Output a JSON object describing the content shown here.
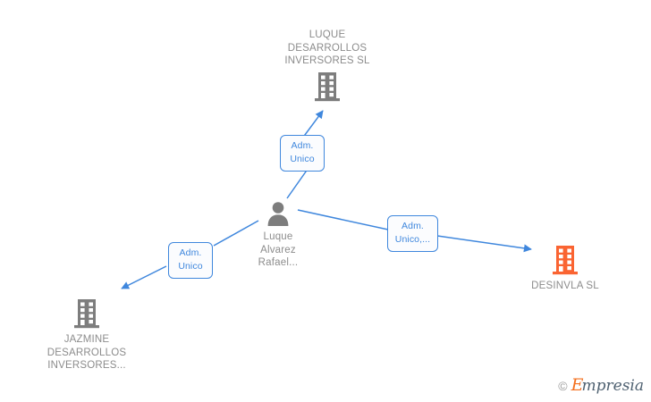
{
  "diagram": {
    "type": "org-relationship-graph",
    "background": "#ffffff",
    "colors": {
      "edge": "#3f87dd",
      "label_border": "#3f87dd",
      "label_text": "#3f87dd",
      "label_fill": "#fbfcfe",
      "company_gray": "#7d7d7d",
      "company_orange": "#fa6432",
      "caption_text": "#8c8c8c",
      "watermark_orange": "#f4701f",
      "watermark_text": "#4f6171"
    },
    "nodes": [
      {
        "id": "luque-desarrollos",
        "label": "LUQUE\nDESARROLLOS\nINVERSORES SL",
        "icon": "company-building-icon",
        "color": "#7d7d7d",
        "caption_position": "above"
      },
      {
        "id": "person-central",
        "label": "Luque\nAlvarez\nRafael...",
        "icon": "person-icon",
        "color": "#7d7d7d",
        "caption_position": "below"
      },
      {
        "id": "jazmine-desarrollos",
        "label": "JAZMINE\nDESARROLLOS\nINVERSORES...",
        "icon": "company-building-icon",
        "color": "#7d7d7d",
        "caption_position": "below"
      },
      {
        "id": "desinvla",
        "label": "DESINVLA  SL",
        "icon": "company-building-icon",
        "color": "#fa6432",
        "caption_position": "below"
      }
    ],
    "edges": [
      {
        "id": "edge-person-to-luque",
        "from": "person-central",
        "to": "luque-desarrollos",
        "label": "Adm.\nUnico",
        "direction": "up"
      },
      {
        "id": "edge-person-to-desinvla",
        "from": "person-central",
        "to": "desinvla",
        "label": "Adm.\nUnico,...",
        "direction": "right"
      },
      {
        "id": "edge-person-to-jazmine",
        "from": "person-central",
        "to": "jazmine-desarrollos",
        "label": "Adm.\nUnico",
        "direction": "down-left"
      }
    ]
  },
  "watermark": {
    "copyright": "©",
    "brand_initial": "E",
    "brand_rest": "mpresia"
  }
}
